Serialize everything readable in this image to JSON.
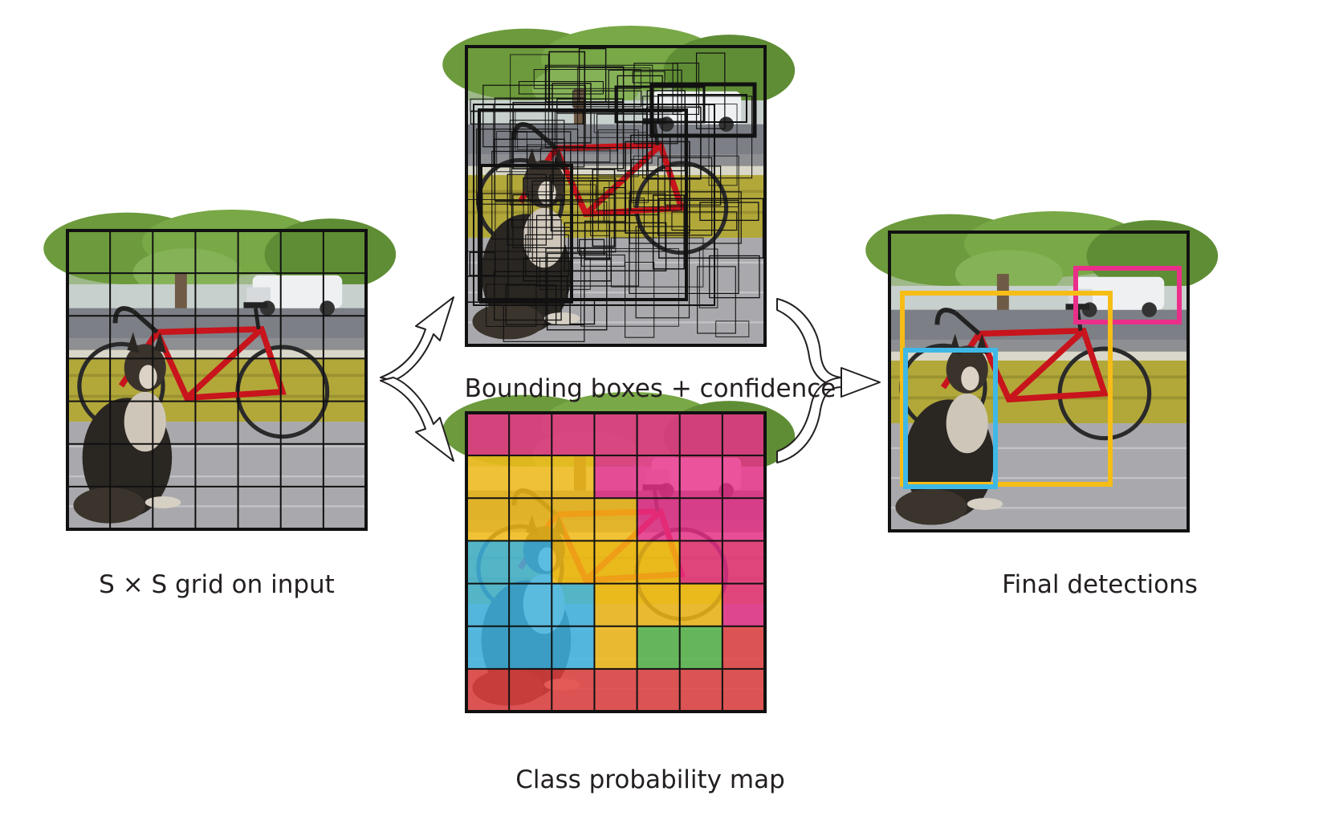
{
  "captions": {
    "input": "S × S grid on input",
    "boxes": "Bounding boxes + confidence",
    "class_map": "Class probability map",
    "final": "Final detections"
  },
  "grid": {
    "rows": 7,
    "cols": 7
  },
  "colors": {
    "dog_class": "#3fb8e6",
    "bicycle_class": "#f6bd16",
    "car_class": "#ea2f8a",
    "dining_table_class": "#e5403f",
    "other_class": "#56b849",
    "frame": "#111111"
  },
  "class_map": [
    [
      "car_class",
      "car_class",
      "car_class",
      "car_class",
      "car_class",
      "car_class",
      "car_class"
    ],
    [
      "bicycle_class",
      "bicycle_class",
      "bicycle_class",
      "car_class",
      "car_class",
      "car_class",
      "car_class"
    ],
    [
      "bicycle_class",
      "bicycle_class",
      "bicycle_class",
      "bicycle_class",
      "car_class",
      "car_class",
      "car_class"
    ],
    [
      "dog_class",
      "dog_class",
      "bicycle_class",
      "bicycle_class",
      "bicycle_class",
      "car_class",
      "car_class"
    ],
    [
      "dog_class",
      "dog_class",
      "dog_class",
      "bicycle_class",
      "bicycle_class",
      "bicycle_class",
      "car_class"
    ],
    [
      "dog_class",
      "dog_class",
      "dog_class",
      "bicycle_class",
      "other_class",
      "other_class",
      "dining_table_class"
    ],
    [
      "dining_table_class",
      "dining_table_class",
      "dining_table_class",
      "dining_table_class",
      "dining_table_class",
      "dining_table_class",
      "dining_table_class"
    ]
  ],
  "detections": [
    {
      "class": "car",
      "color": "#ea2f8a"
    },
    {
      "class": "bicycle",
      "color": "#f6bd16"
    },
    {
      "class": "dog",
      "color": "#3fb8e6"
    }
  ]
}
